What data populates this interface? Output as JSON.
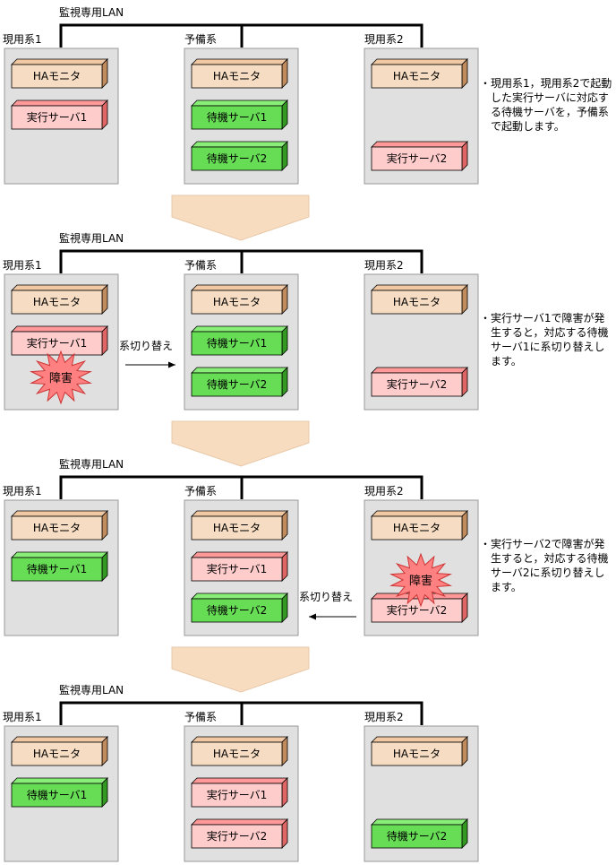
{
  "lan_label": "監視専用LAN",
  "hosts": {
    "active1": "現用系1",
    "standby": "予備系",
    "active2": "現用系2"
  },
  "monitor_label": "HAモニタ",
  "fault_label": "障害",
  "switch_label": "系切り替え",
  "servers": {
    "exec1": "実行サーバ1",
    "exec2": "実行サーバ2",
    "wait1": "待機サーバ1",
    "wait2": "待機サーバ2"
  },
  "notes": [
    "現用系1，現用系2で起動した実行サーバに対応する待機サーバを，予備系で起動します。",
    "実行サーバ1で障害が発生すると，対応する待機サーバ1に系切り替えします。",
    "実行サーバ2で障害が発生すると，対応する待機サーバ2に系切り替えします。"
  ],
  "note_bullet": "・",
  "colors": {
    "box_front": "#f5dcc2",
    "box_top": "#f0c9a4",
    "box_side": "#c08b5d",
    "exec_front": "#ffcccc",
    "exec_top": "#ff9999",
    "exec_side": "#e06666",
    "wait_front": "#66dd55",
    "wait_top": "#88ee77",
    "wait_side": "#339922",
    "host_bg": "#e0e0e0",
    "arrow_fill": "#f8dcc0",
    "burst": "#ff8080"
  }
}
